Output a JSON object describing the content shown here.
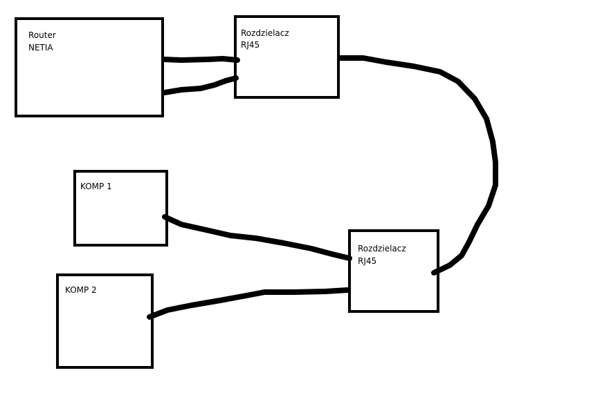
{
  "diagram": {
    "nodes": {
      "router": {
        "line1": "Router",
        "line2": "NETIA"
      },
      "splitter_top": {
        "line1": "Rozdzielacz",
        "line2": "RJ45"
      },
      "splitter_bottom": {
        "line1": "Rozdzielacz",
        "line2": "RJ45"
      },
      "komp1": {
        "line1": "KOMP 1"
      },
      "komp2": {
        "line1": "KOMP 2"
      }
    },
    "edges": [
      {
        "from": "router",
        "to": "splitter_top"
      },
      {
        "from": "router",
        "to": "splitter_top"
      },
      {
        "from": "splitter_top",
        "to": "splitter_bottom"
      },
      {
        "from": "komp1",
        "to": "splitter_bottom"
      },
      {
        "from": "komp2",
        "to": "splitter_bottom"
      }
    ]
  }
}
